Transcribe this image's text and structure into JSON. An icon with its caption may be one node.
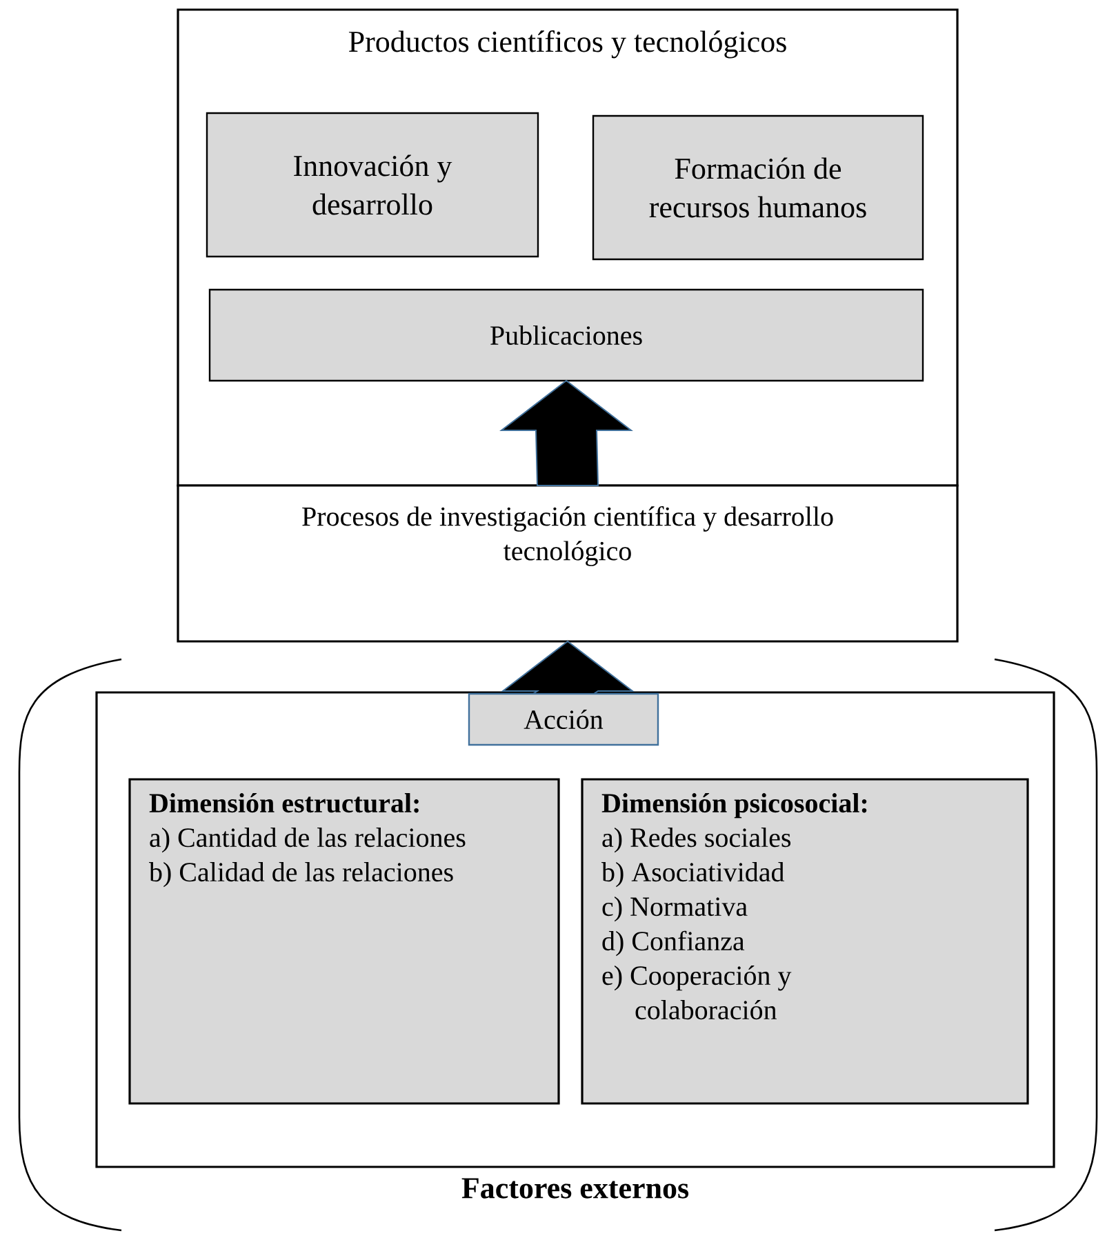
{
  "diagram": {
    "nodes": [
      {
        "text": [
          "Productos científicos y tecnológicos"
        ]
      },
      {
        "text": [
          "Innovación y desarrollo"
        ],
        "in": 0
      },
      {
        "text": [
          "Formación de recursos humanos"
        ],
        "in": 0
      },
      {
        "text": [
          "Publicaciones"
        ],
        "in": 0
      },
      {
        "text": [
          "Procesos de investigación científica y desarrollo tecnológico"
        ]
      },
      {
        "text": [
          "Factores externos"
        ]
      },
      {
        "text": [
          "Acción"
        ],
        "in": 5
      },
      {
        "text": [
          "Dimensión estructural:",
          "a) Cantidad de las relaciones",
          "b) Calidad de las relaciones"
        ],
        "in": 5
      },
      {
        "text": [
          "Dimensión psicosocial:",
          "a) Redes sociales",
          "b) Asociatividad",
          "c) Normativa",
          "d) Confianza",
          "e) Cooperación y colaboración"
        ],
        "in": 5
      }
    ],
    "edges": [
      {
        "from": 4,
        "to": 3,
        "arrow": "to"
      },
      {
        "from": 6,
        "to": 4,
        "arrow": "to"
      }
    ]
  }
}
